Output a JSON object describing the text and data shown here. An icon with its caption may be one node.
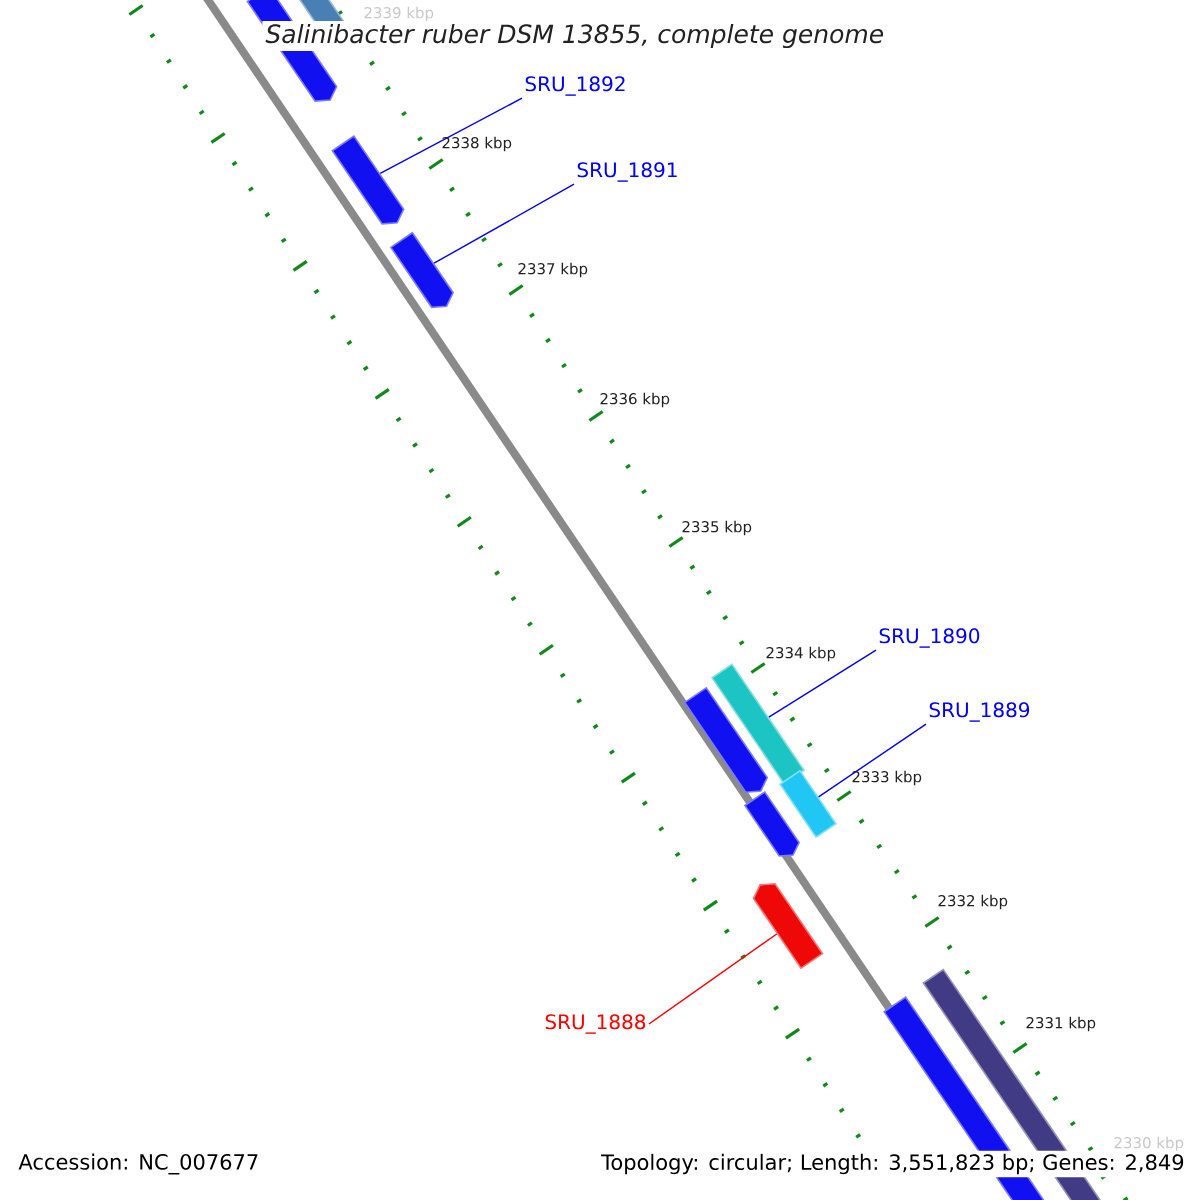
{
  "diagram": {
    "title": "Salinibacter ruber DSM 13855, complete genome",
    "nodes": [
      {
        "text": [
          "SRU_1892"
        ]
      },
      {
        "text": [],
        "shape": "arrow"
      },
      {
        "text": [
          "SRU_1891"
        ]
      },
      {
        "text": [],
        "shape": "arrow"
      },
      {
        "text": [
          "SRU_1890"
        ]
      },
      {
        "text": [],
        "shape": "bar"
      },
      {
        "text": [
          "SRU_1889"
        ]
      },
      {
        "text": [],
        "shape": "bar"
      },
      {
        "text": [
          "SRU_1888"
        ]
      },
      {
        "text": [],
        "shape": "arrow"
      }
    ],
    "edges": [
      {
        "from": 0,
        "to": 1,
        "arrow": "none"
      },
      {
        "from": 2,
        "to": 3,
        "arrow": "none"
      },
      {
        "from": 4,
        "to": 5,
        "arrow": "none"
      },
      {
        "from": 6,
        "to": 7,
        "arrow": "none"
      },
      {
        "from": 8,
        "to": 9,
        "arrow": "none",
        "color": "#ff0000"
      }
    ],
    "labels": [
      "2339 kbp",
      "2338 kbp",
      "2337 kbp",
      "2336 kbp",
      "2335 kbp",
      "2334 kbp",
      "2333 kbp",
      "2332 kbp",
      "2331 kbp",
      "2330 kbp",
      "Accession: NC_007677",
      "Topology: circular; Length: 3,551,823 bp; Genes: 2,849"
    ]
  }
}
